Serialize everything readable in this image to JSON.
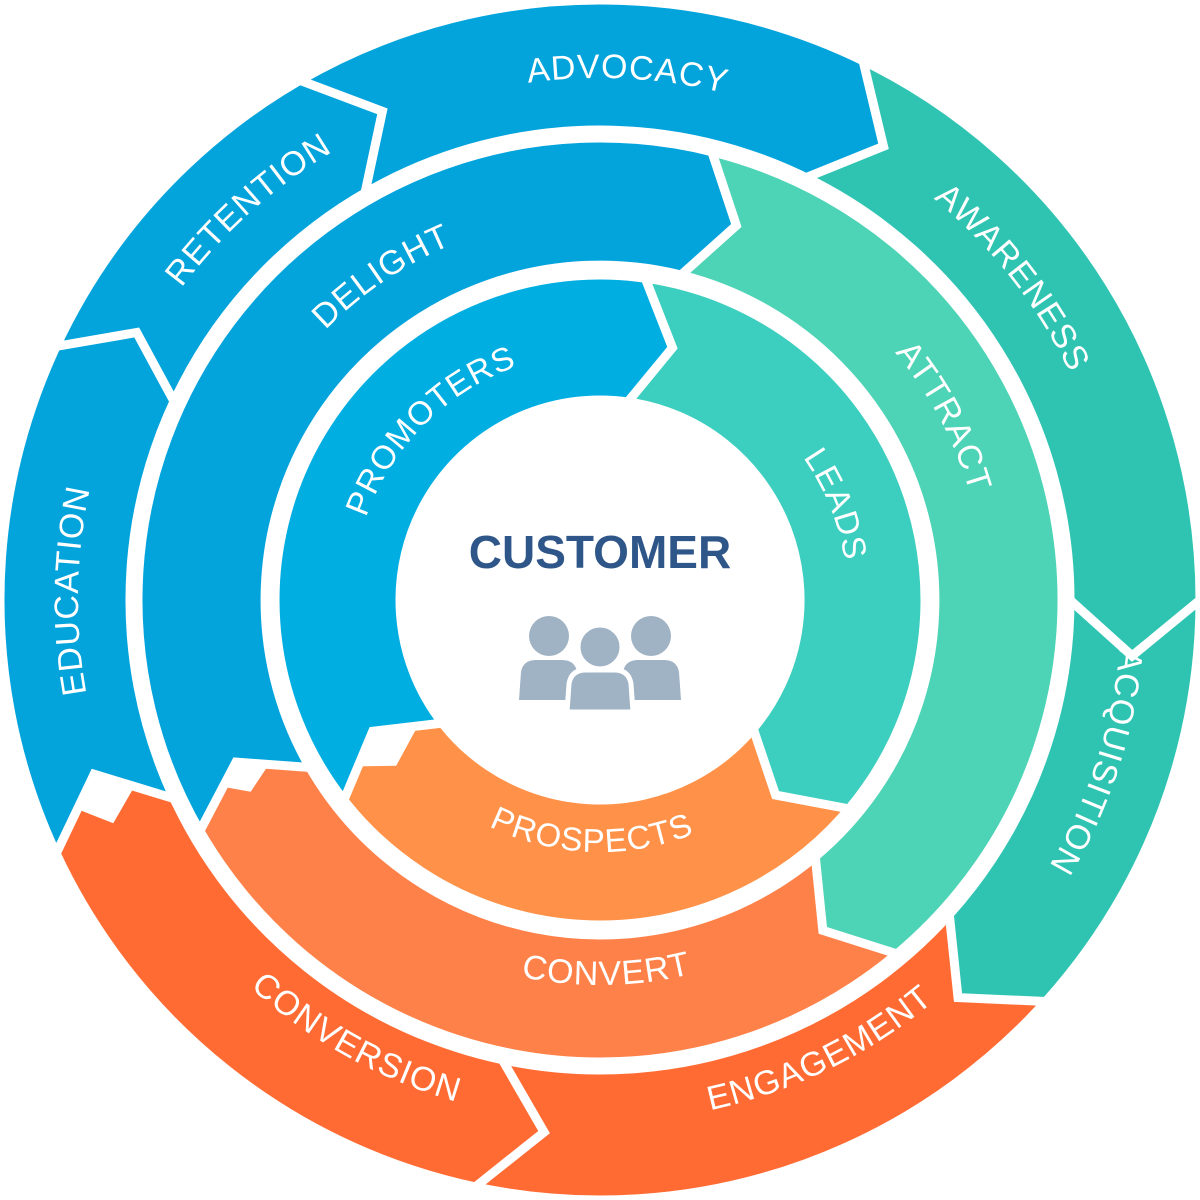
{
  "center": {
    "title": "CUSTOMER",
    "icon": "people-group-icon",
    "icon_color": "#9fb3c5",
    "title_color": "#2f5689"
  },
  "colors": {
    "blue": "#03a3dc",
    "blue_inner": "#00aee2",
    "teal": "#2fc4b2",
    "teal_inner": "#3ccfbf",
    "teal_light": "#4dd3b5",
    "orange": "#ff6b33",
    "orange_mid": "#ff814a",
    "orange_inner": "#ff9248",
    "separator": "#ffffff"
  },
  "rings": {
    "inner": {
      "segments": [
        {
          "label": "PROMOTERS",
          "group": "blue"
        },
        {
          "label": "LEADS",
          "group": "teal"
        },
        {
          "label": "PROSPECTS",
          "group": "orange"
        }
      ]
    },
    "middle": {
      "segments": [
        {
          "label": "DELIGHT",
          "group": "blue"
        },
        {
          "label": "ATTRACT",
          "group": "teal"
        },
        {
          "label": "CONVERT",
          "group": "orange"
        }
      ]
    },
    "outer": {
      "segments": [
        {
          "label": "EDUCATION",
          "group": "blue"
        },
        {
          "label": "RETENTION",
          "group": "blue"
        },
        {
          "label": "ADVOCACY",
          "group": "blue"
        },
        {
          "label": "AWARENESS",
          "group": "teal"
        },
        {
          "label": "ACQUISITION",
          "group": "teal"
        },
        {
          "label": "ENGAGEMENT",
          "group": "orange"
        },
        {
          "label": "CONVERSION",
          "group": "orange"
        }
      ]
    }
  }
}
